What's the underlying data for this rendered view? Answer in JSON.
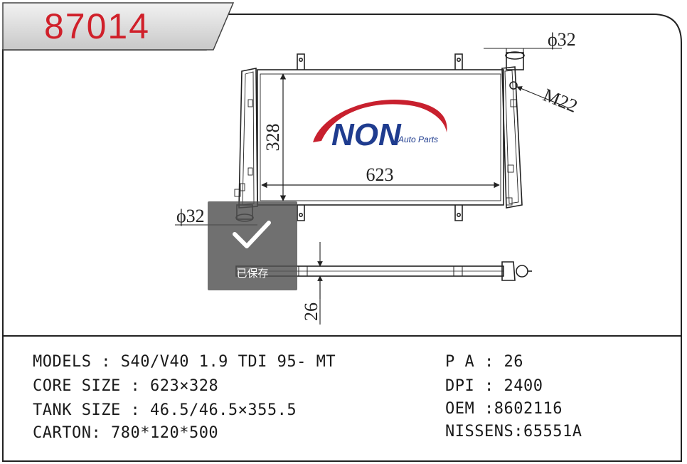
{
  "part_number": "87014",
  "drawing": {
    "dim_inlet_diameter": "ϕ32",
    "dim_outlet_diameter": "ϕ32",
    "dim_thread": "M22",
    "dim_height": "328",
    "dim_width": "623",
    "dim_thickness": "26"
  },
  "logo": {
    "brand": "NON",
    "tagline": "Auto Parts",
    "colors": {
      "swoosh": "#c8202e",
      "text": "#1f3c8f"
    }
  },
  "overlay": {
    "label": "已保存",
    "icon": "checkmark-icon"
  },
  "specs": {
    "models_label": "MODELS",
    "models_value": "S40/V40 1.9 TDI 95- MT",
    "core_label": "CORE SIZE",
    "core_value": "623×328",
    "tank_label": "TANK SIZE",
    "tank_value": "46.5/46.5×355.5",
    "carton_label": "CARTON",
    "carton_value": "780*120*500",
    "pa_label": "P A",
    "pa_value": "26",
    "dpi_label": "DPI",
    "dpi_value": "2400",
    "oem_label": "OEM",
    "oem_value": "8602116",
    "nissens_label": "NISSENS",
    "nissens_value": "65551A"
  },
  "colors": {
    "accent": "#d0202a",
    "line": "#222222",
    "header_bg": "#dcdcdc"
  }
}
